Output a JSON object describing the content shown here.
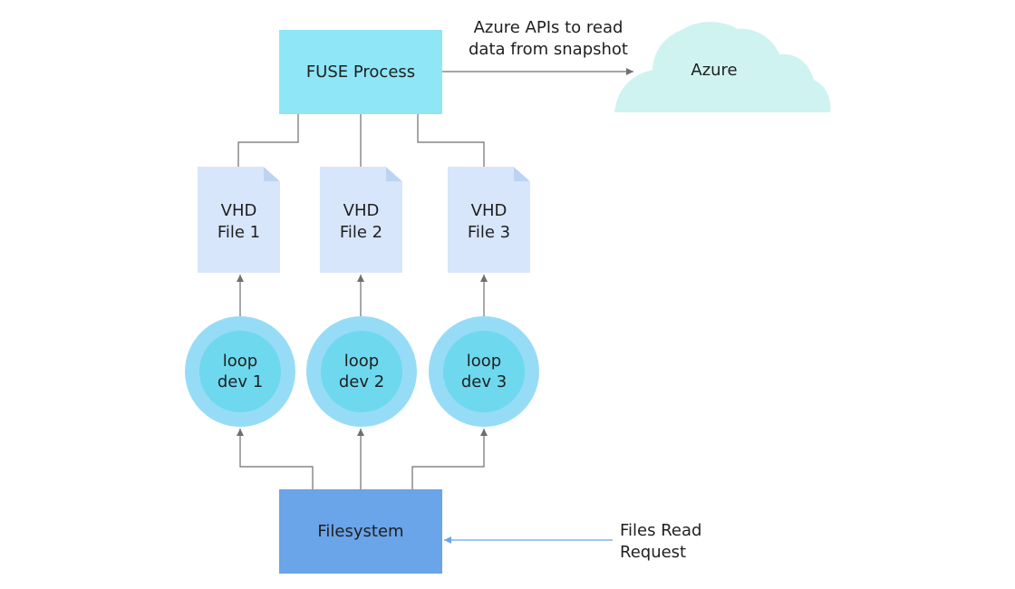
{
  "diagram": {
    "fuse_process": "FUSE Process",
    "filesystem": "Filesystem",
    "cloud": "Azure",
    "api_note": {
      "line1": "Azure APIs to read",
      "line2": "data from snapshot"
    },
    "request_note": {
      "line1": "Files Read",
      "line2": "Request"
    },
    "vhd_files": [
      {
        "line1": "VHD",
        "line2": "File 1"
      },
      {
        "line1": "VHD",
        "line2": "File 2"
      },
      {
        "line1": "VHD",
        "line2": "File 3"
      }
    ],
    "loop_devices": [
      {
        "line1": "loop",
        "line2": "dev 1"
      },
      {
        "line1": "loop",
        "line2": "dev 2"
      },
      {
        "line1": "loop",
        "line2": "dev 3"
      }
    ]
  },
  "colors": {
    "fuse_fill": "#8ee6f6",
    "filesystem_fill": "#6aa4e9",
    "vhd_fill": "#d7e6fb",
    "loop_outer": "#96dcf6",
    "loop_inner": "#6ed8ee",
    "cloud_fill": "#cff3f1",
    "connector": "#6f6f6f",
    "request_arrow": "#6aa4e9"
  }
}
